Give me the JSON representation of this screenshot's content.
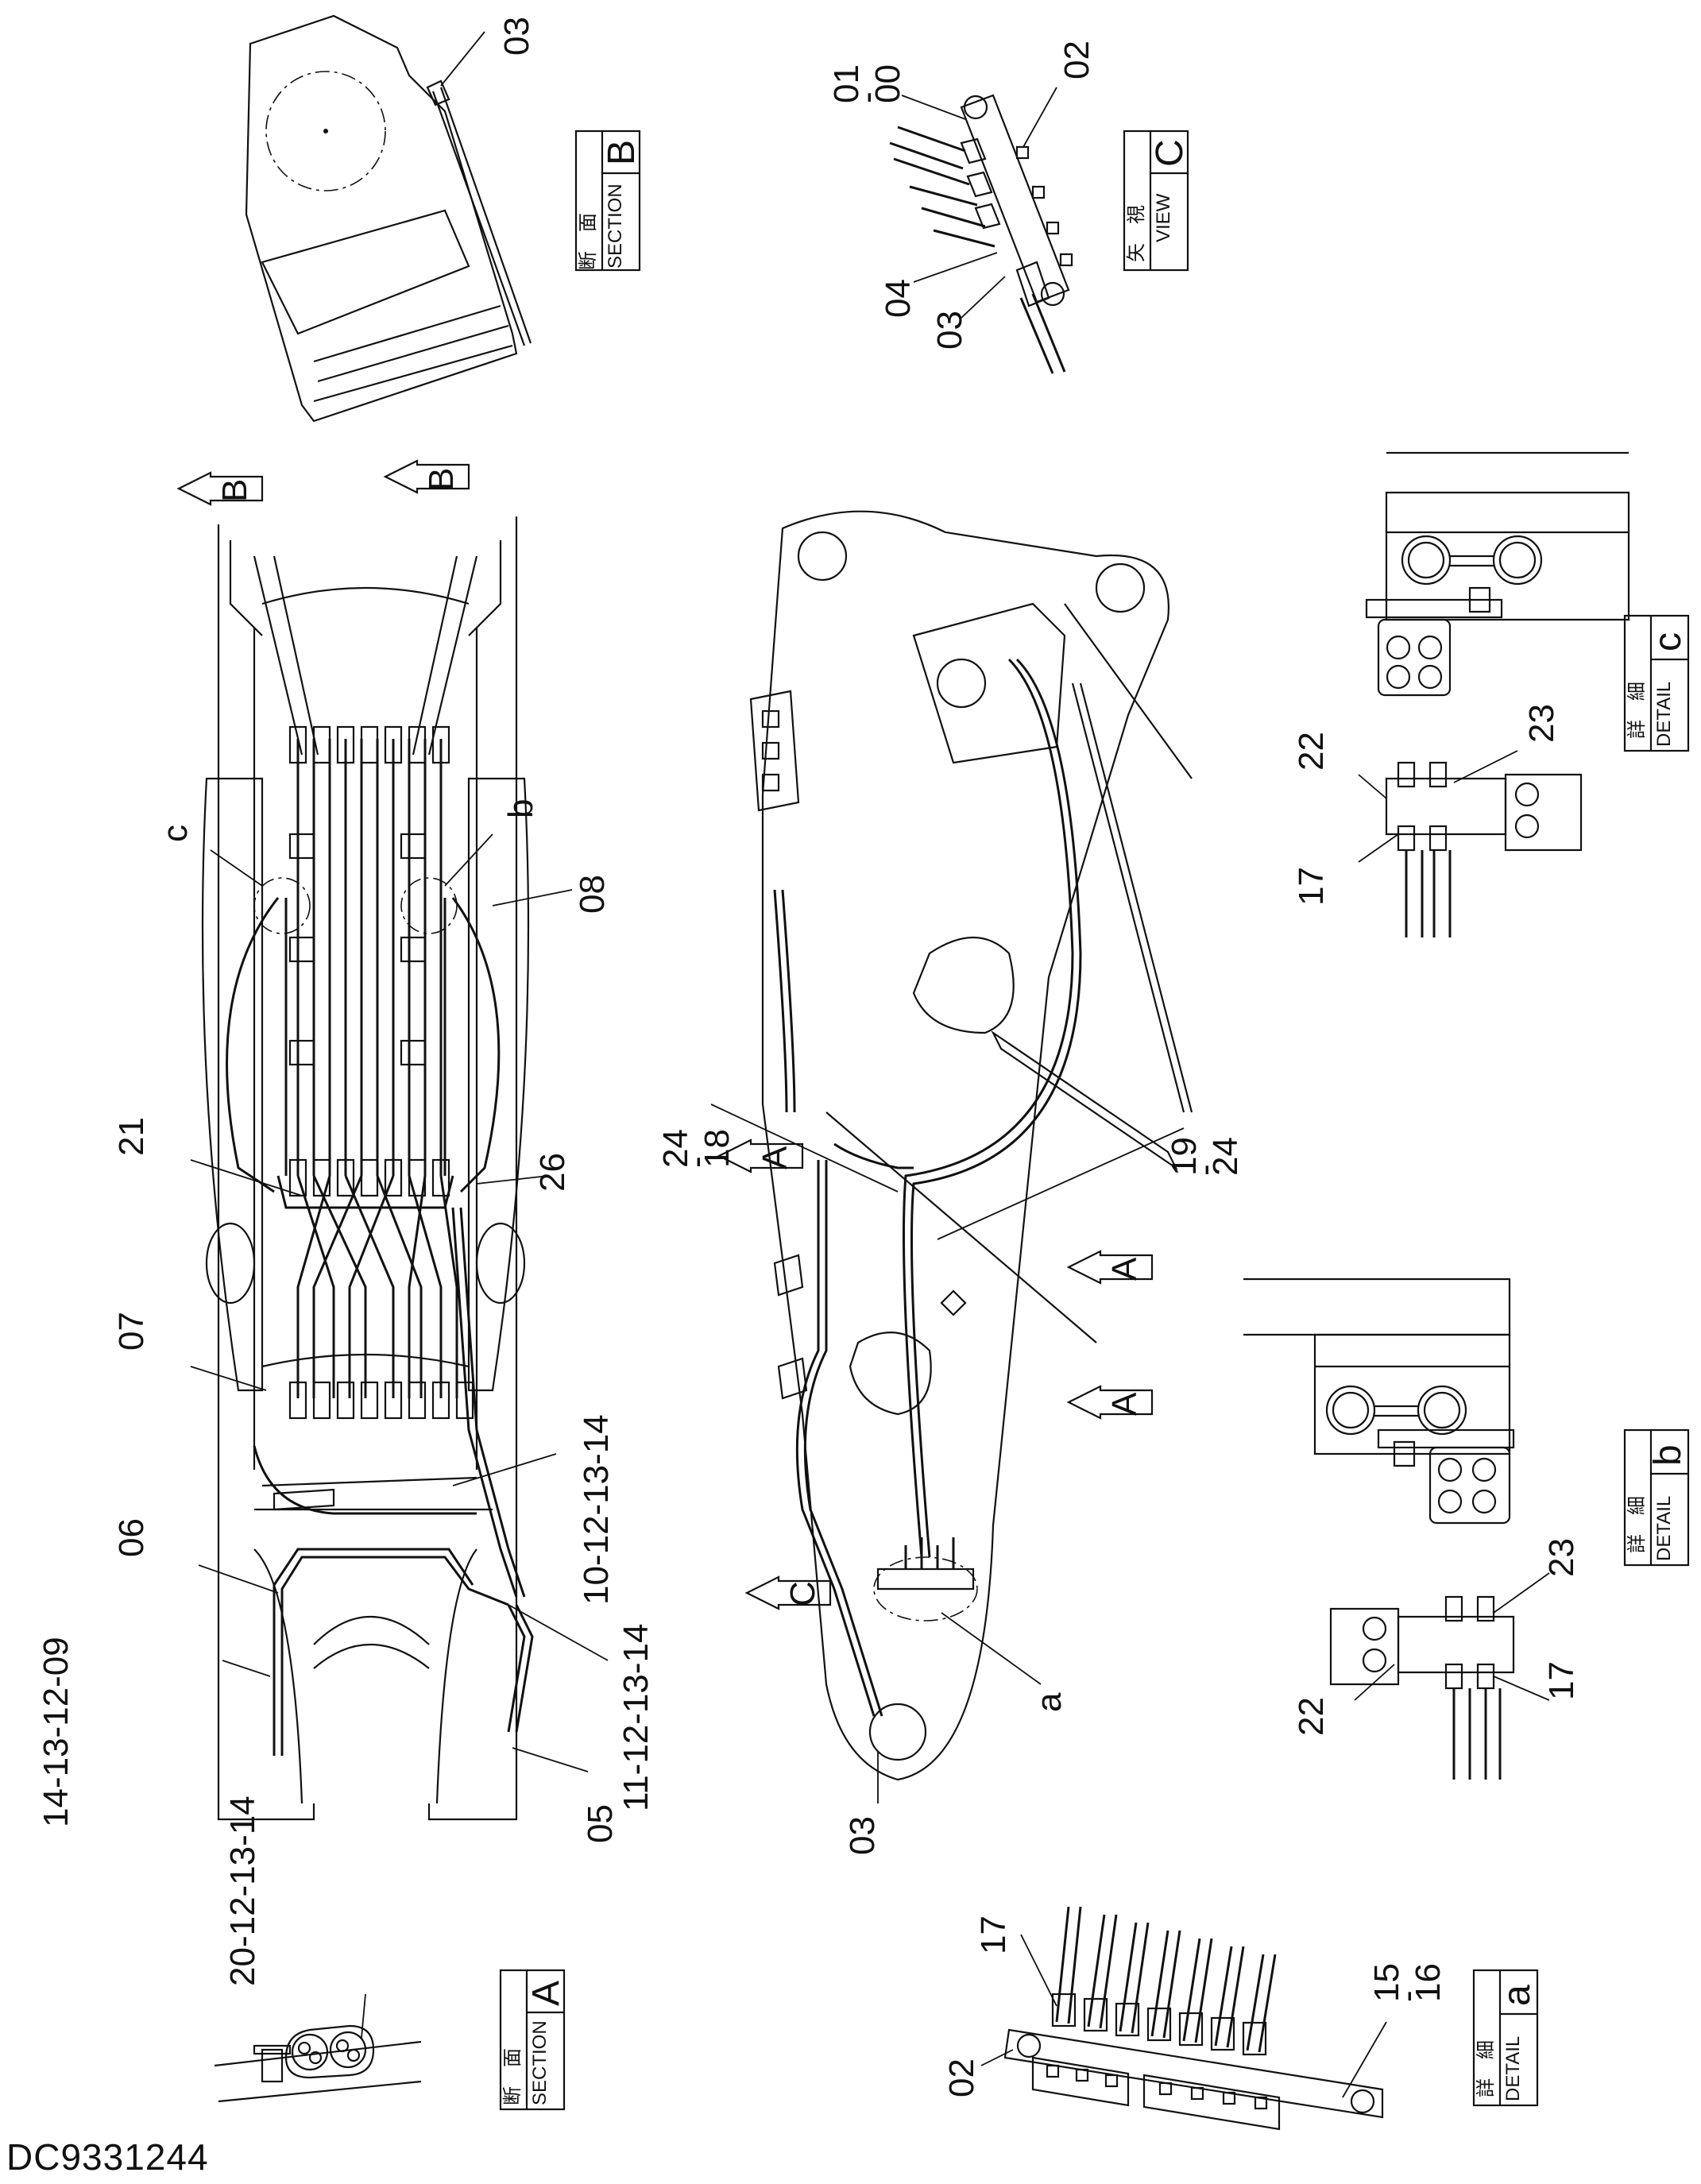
{
  "document_number": "DC9331244",
  "part_labels": {
    "p03_sectionB": "03",
    "p01_00": "01\n-\n00",
    "p02_viewC": "02",
    "p04_viewC": "04",
    "p03_viewC": "03",
    "p_c": "c",
    "p_b": "b",
    "p08": "08",
    "p21": "21",
    "p26": "26",
    "p07": "07",
    "p10_14": "10-12-13-14",
    "p06": "06",
    "p14_09": "14-13-12-09",
    "p11_14": "11-12-13-14",
    "p05": "05",
    "p24_18": "24-18",
    "p19_24": "19-24",
    "p_a": "a",
    "p03_arm": "03",
    "p22_c": "22",
    "p23_c": "23",
    "p17_c": "17",
    "p22_b": "22",
    "p23_b": "23",
    "p17_b": "17",
    "p20_14": "20-12-13-14",
    "p17_a": "17",
    "p15_16": "15-16",
    "p02_a": "02"
  },
  "view_arrows": {
    "B1": "B",
    "B2": "B",
    "A1": "A",
    "A2": "A",
    "A3": "A",
    "C1": "C"
  },
  "label_boxes": {
    "section_B": {
      "jp": "断　面",
      "en": "SECTION",
      "letter": "B"
    },
    "view_C": {
      "jp": "矢　視",
      "en": "VIEW",
      "letter": "C"
    },
    "detail_c": {
      "jp": "詳　細",
      "en": "DETAIL",
      "letter": "c"
    },
    "detail_b": {
      "jp": "詳　細",
      "en": "DETAIL",
      "letter": "b"
    },
    "section_A": {
      "jp": "断　面",
      "en": "SECTION",
      "letter": "A"
    },
    "detail_a": {
      "jp": "詳　細",
      "en": "DETAIL",
      "letter": "a"
    }
  }
}
